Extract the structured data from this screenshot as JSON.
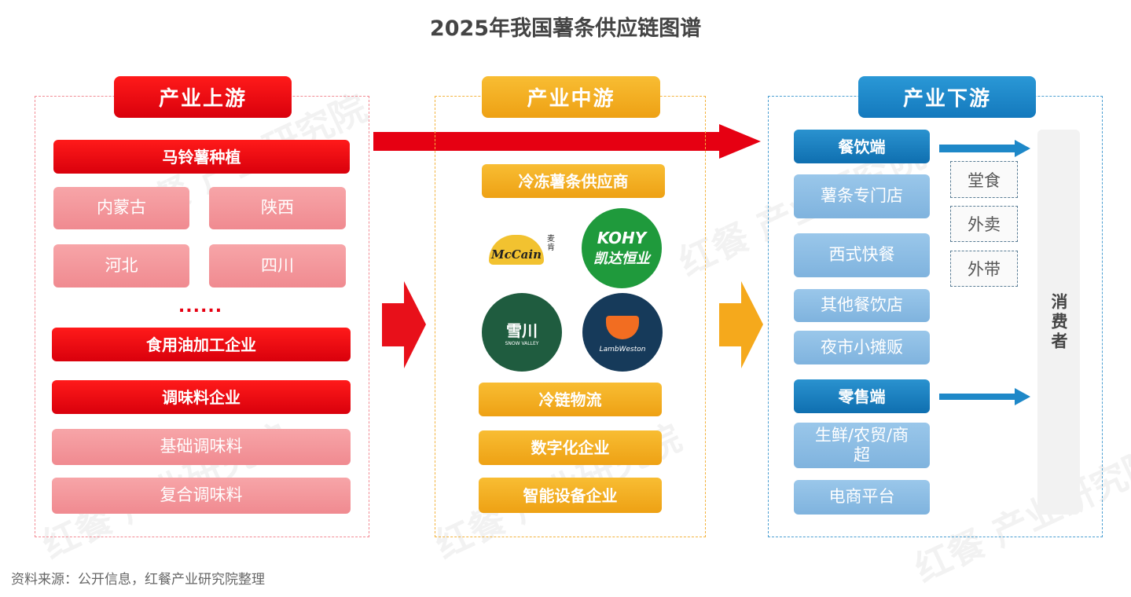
{
  "title": "2025年我国薯条供应链图谱",
  "watermark": "红餐 产业研究院",
  "upstream": {
    "header": "产业上游",
    "potato": "马铃薯种植",
    "regions": [
      "内蒙古",
      "陕西",
      "河北",
      "四川"
    ],
    "ellipsis": "......",
    "oil": "食用油加工企业",
    "seasoning": "调味料企业",
    "seasoning_items": [
      "基础调味料",
      "复合调味料"
    ]
  },
  "midstream": {
    "header": "产业中游",
    "supplier": "冷冻薯条供应商",
    "logos": {
      "mccain": "McCain",
      "mccain_cn": "麦肯",
      "kohy": "KOHY",
      "kohy_cn": "凯达恒业",
      "snowvalley_cn": "雪川",
      "snowvalley": "SNOW VALLEY",
      "lamb": "LambWeston"
    },
    "items": [
      "冷链物流",
      "数字化企业",
      "智能设备企业"
    ]
  },
  "downstream": {
    "header": "产业下游",
    "catering": "餐饮端",
    "catering_items": [
      "薯条专门店",
      "西式快餐",
      "其他餐饮店",
      "夜市小摊贩"
    ],
    "channels": [
      "堂食",
      "外卖",
      "外带"
    ],
    "retail": "零售端",
    "retail_items": [
      "生鲜/农贸/商超",
      "电商平台"
    ],
    "consumer": "消费者"
  },
  "source": "资料来源：公开信息，红餐产业研究院整理",
  "colors": {
    "red": "#e60012",
    "orange": "#f5a91c",
    "blue": "#1e88c8"
  }
}
